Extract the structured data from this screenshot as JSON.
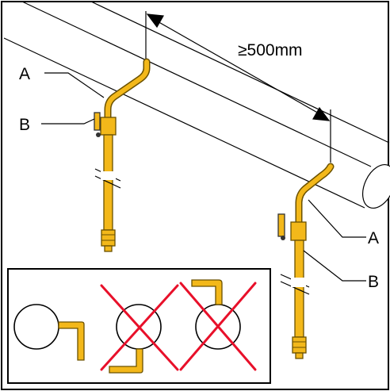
{
  "diagram": {
    "dimension_label": "≥500mm",
    "label_a": "A",
    "label_b": "B",
    "colors": {
      "pipe": "#f3b81a",
      "pipe_outline": "#6b5100",
      "cross": "#e8102a",
      "line": "#000000"
    },
    "inset": {
      "correct_option": "loop-right-down",
      "wrong_options": [
        "loop-bottom-exit",
        "loop-top-exit"
      ]
    }
  }
}
